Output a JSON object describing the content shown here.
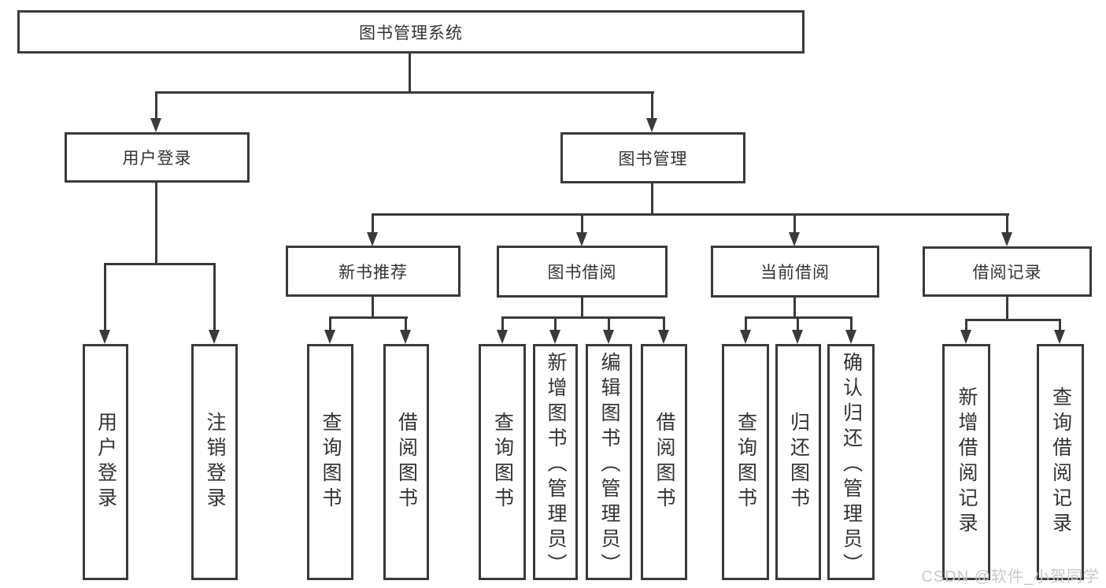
{
  "colors": {
    "line": "#3a3a3a",
    "text": "#333333",
    "background": "#ffffff",
    "watermark": "#c8c8c8"
  },
  "watermark": {
    "text": "CSDN @软件_小贺同学"
  },
  "diagram": {
    "type": "tree",
    "root": {
      "label": "图书管理系统",
      "children": [
        {
          "label": "用户登录",
          "children": [
            {
              "label": "用户登录"
            },
            {
              "label": "注销登录"
            }
          ]
        },
        {
          "label": "图书管理",
          "children": [
            {
              "label": "新书推荐",
              "children": [
                {
                  "label": "查询图书"
                },
                {
                  "label": "借阅图书"
                }
              ]
            },
            {
              "label": "图书借阅",
              "children": [
                {
                  "label": "查询图书"
                },
                {
                  "label": "新增图书（管理员）"
                },
                {
                  "label": "编辑图书（管理员）"
                },
                {
                  "label": "借阅图书"
                }
              ]
            },
            {
              "label": "当前借阅",
              "children": [
                {
                  "label": "查询图书"
                },
                {
                  "label": "归还图书"
                },
                {
                  "label": "确认归还（管理员）"
                }
              ]
            },
            {
              "label": "借阅记录",
              "children": [
                {
                  "label": "新增借阅记录"
                },
                {
                  "label": "查询借阅记录"
                }
              ]
            }
          ]
        }
      ]
    }
  }
}
